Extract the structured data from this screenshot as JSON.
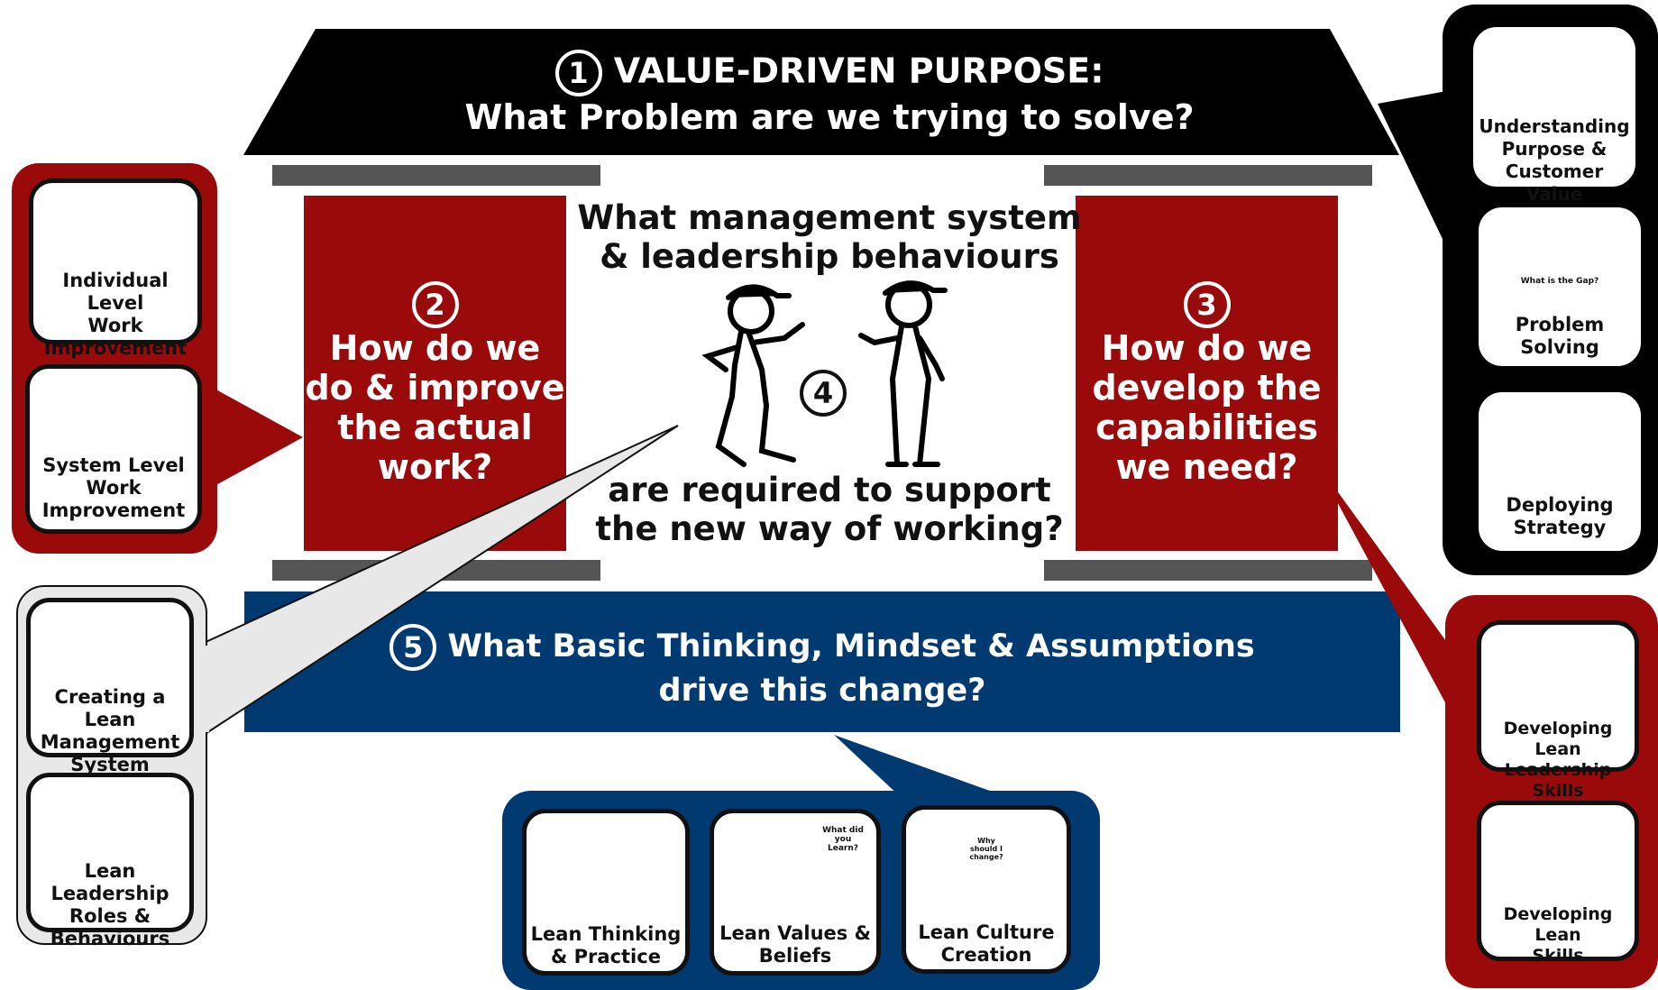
{
  "roof": {
    "number": "1",
    "line1": "VALUE-DRIVEN PURPOSE:",
    "line2": "What Problem are we trying to solve?"
  },
  "center": {
    "top_line1": "What management system",
    "top_line2": "& leadership behaviours",
    "number": "4",
    "bottom_line1": "are required to support",
    "bottom_line2": "the new way of working?"
  },
  "left_pillar": {
    "number": "2",
    "line1": "How do we",
    "line2": "do & improve",
    "line3": "the actual",
    "line4": "work?"
  },
  "right_pillar": {
    "number": "3",
    "line1": "How do we",
    "line2": "develop the",
    "line3": "capabilities",
    "line4": "we need?"
  },
  "base": {
    "number": "5",
    "line1": "What Basic Thinking, Mindset & Assumptions",
    "line2": "drive this change?"
  },
  "left_red_cards": [
    {
      "line1": "Individual Level",
      "line2": "Work",
      "line3": "Improvement"
    },
    {
      "line1": "System Level",
      "line2": "Work",
      "line3": "Improvement"
    }
  ],
  "left_grey_cards": [
    {
      "line1": "Creating a Lean",
      "line2": "Management",
      "line3": "System"
    },
    {
      "line1": "Lean Leadership",
      "line2": "Roles &",
      "line3": "Behaviours"
    }
  ],
  "right_black_cards": [
    {
      "line1": "Understanding",
      "line2": "Purpose &",
      "line3": "Customer Value"
    },
    {
      "line1": "Problem",
      "line2": "Solving",
      "small": "What is the Gap?"
    },
    {
      "line1": "Deploying",
      "line2": "Strategy"
    }
  ],
  "right_red_cards": [
    {
      "line1": "Developing Lean",
      "line2": "Leadership Skills"
    },
    {
      "line1": "Developing Lean",
      "line2": "Skills"
    }
  ],
  "bottom_cards": [
    {
      "line1": "Lean Thinking",
      "line2": "& Practice"
    },
    {
      "line1": "Lean Values &",
      "line2": "Beliefs",
      "bubble": "What did you Learn?"
    },
    {
      "line1": "Lean Culture",
      "line2": "Creation",
      "bubble": "Why should I change?"
    }
  ],
  "colors": {
    "roof": "#000000",
    "pillar_red": "#9b0a0a",
    "base_blue": "#003a70",
    "beam_grey": "#555555",
    "callout_grey": "#e6e6e6"
  }
}
